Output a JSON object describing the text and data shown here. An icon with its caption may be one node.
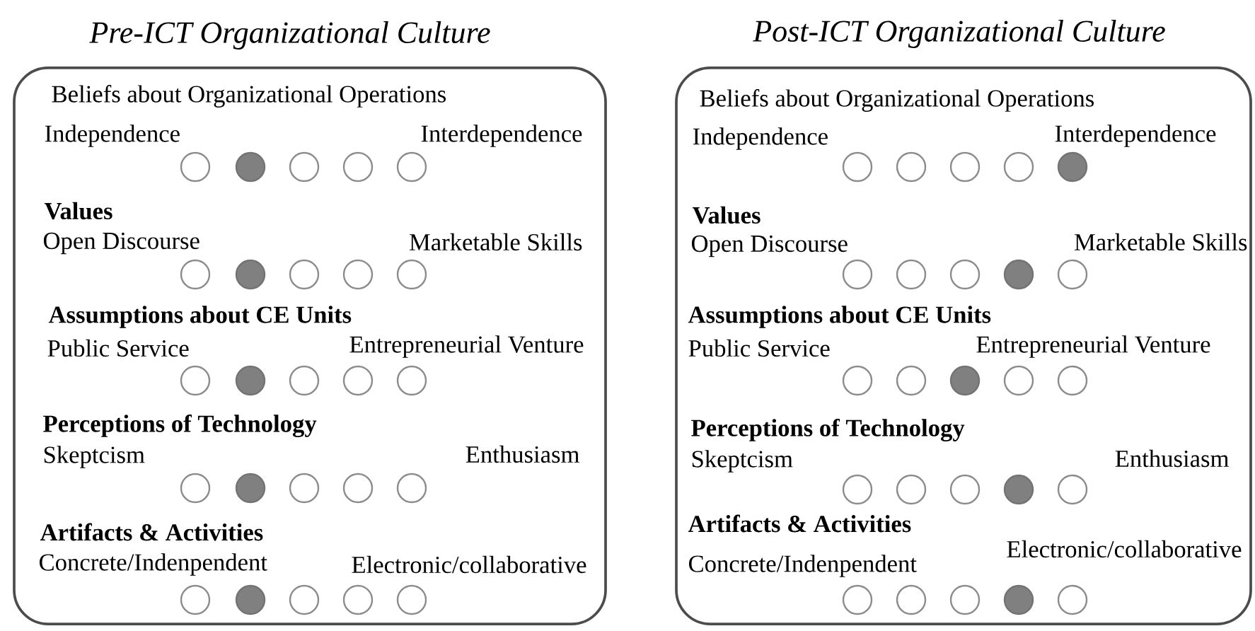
{
  "diagram": {
    "nodes": [
      {
        "text": [
          "Pre-ICT Organizational Culture",
          "Beliefs about Organizational Operations",
          "Independence",
          "Interdependence",
          "Values",
          "Open Discourse",
          "Marketable Skills",
          "Assumptions about CE Units",
          "Public Service",
          "Entrepreneurial Venture",
          "Perceptions of Technology",
          "Skeptcism",
          "Enthusiasm",
          "Artifacts & Activities",
          "Concrete/Indenpendent",
          "Electronic/collaborative"
        ]
      },
      {
        "text": [],
        "shape": "circle",
        "in": 0
      },
      {
        "text": [],
        "shape": "dot",
        "in": 0
      },
      {
        "text": [],
        "shape": "circle",
        "in": 0
      },
      {
        "text": [],
        "shape": "circle",
        "in": 0
      },
      {
        "text": [],
        "shape": "circle",
        "in": 0
      },
      {
        "text": [],
        "shape": "circle",
        "in": 0
      },
      {
        "text": [],
        "shape": "dot",
        "in": 0
      },
      {
        "text": [],
        "shape": "circle",
        "in": 0
      },
      {
        "text": [],
        "shape": "circle",
        "in": 0
      },
      {
        "text": [],
        "shape": "circle",
        "in": 0
      },
      {
        "text": [],
        "shape": "circle",
        "in": 0
      },
      {
        "text": [],
        "shape": "dot",
        "in": 0
      },
      {
        "text": [],
        "shape": "circle",
        "in": 0
      },
      {
        "text": [],
        "shape": "circle",
        "in": 0
      },
      {
        "text": [],
        "shape": "circle",
        "in": 0
      },
      {
        "text": [],
        "shape": "circle",
        "in": 0
      },
      {
        "text": [],
        "shape": "dot",
        "in": 0
      },
      {
        "text": [],
        "shape": "circle",
        "in": 0
      },
      {
        "text": [],
        "shape": "circle",
        "in": 0
      },
      {
        "text": [],
        "shape": "circle",
        "in": 0
      },
      {
        "text": [],
        "shape": "circle",
        "in": 0
      },
      {
        "text": [],
        "shape": "dot",
        "in": 0
      },
      {
        "text": [],
        "shape": "circle",
        "in": 0
      },
      {
        "text": [],
        "shape": "circle",
        "in": 0
      },
      {
        "text": [],
        "shape": "circle",
        "in": 0
      },
      {
        "text": [
          "Post-ICT Organizational Culture",
          "Beliefs about Organizational Operations",
          "Independence",
          "Interdependence",
          "Values",
          "Open Discourse",
          "Marketable Skills",
          "Assumptions about CE Units",
          "Public Service",
          "Entrepreneurial Venture",
          "Perceptions of Technology",
          "Skeptcism",
          "Enthusiasm",
          "Artifacts & Activities",
          "Concrete/Indenpendent",
          "Electronic/collaborative"
        ]
      },
      {
        "text": [],
        "shape": "circle",
        "in": 26
      },
      {
        "text": [],
        "shape": "circle",
        "in": 26
      },
      {
        "text": [],
        "shape": "circle",
        "in": 26
      },
      {
        "text": [],
        "shape": "circle",
        "in": 26
      },
      {
        "text": [],
        "shape": "dot",
        "in": 26
      },
      {
        "text": [],
        "shape": "circle",
        "in": 26
      },
      {
        "text": [],
        "shape": "circle",
        "in": 26
      },
      {
        "text": [],
        "shape": "circle",
        "in": 26
      },
      {
        "text": [],
        "shape": "dot",
        "in": 26
      },
      {
        "text": [],
        "shape": "circle",
        "in": 26
      },
      {
        "text": [],
        "shape": "circle",
        "in": 26
      },
      {
        "text": [],
        "shape": "circle",
        "in": 26
      },
      {
        "text": [],
        "shape": "dot",
        "in": 26
      },
      {
        "text": [],
        "shape": "circle",
        "in": 26
      },
      {
        "text": [],
        "shape": "circle",
        "in": 26
      },
      {
        "text": [],
        "shape": "circle",
        "in": 26
      },
      {
        "text": [],
        "shape": "circle",
        "in": 26
      },
      {
        "text": [],
        "shape": "circle",
        "in": 26
      },
      {
        "text": [],
        "shape": "dot",
        "in": 26
      },
      {
        "text": [],
        "shape": "circle",
        "in": 26
      },
      {
        "text": [],
        "shape": "circle",
        "in": 26
      },
      {
        "text": [],
        "shape": "circle",
        "in": 26
      },
      {
        "text": [],
        "shape": "circle",
        "in": 26
      },
      {
        "text": [],
        "shape": "dot",
        "in": 26
      },
      {
        "text": [],
        "shape": "circle",
        "in": 26
      }
    ]
  }
}
